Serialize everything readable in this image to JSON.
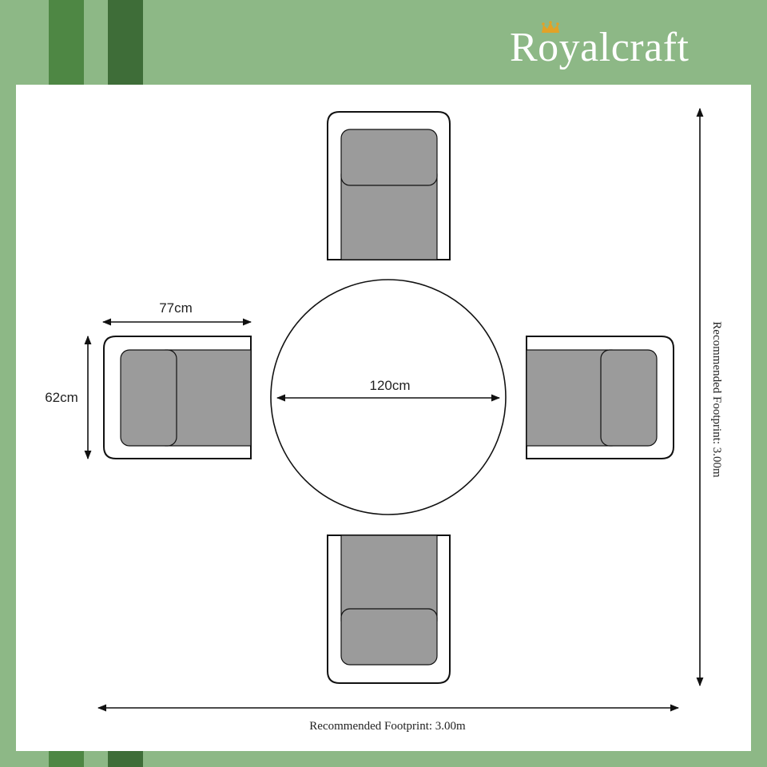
{
  "brand": {
    "name": "Royalcraft",
    "colors": {
      "background": "#8db886",
      "stripe_light": "#4e8744",
      "stripe_dark": "#3e6d38",
      "cushion": "#9b9b9b",
      "crown": "#e2a227"
    }
  },
  "diagram": {
    "chair_width_label": "77cm",
    "chair_depth_label": "62cm",
    "table_diameter_label": "120cm",
    "footprint_horizontal_label": "Recommended Footprint: 3.00m",
    "footprint_vertical_label": "Recommended Footprint: 3.00m"
  }
}
